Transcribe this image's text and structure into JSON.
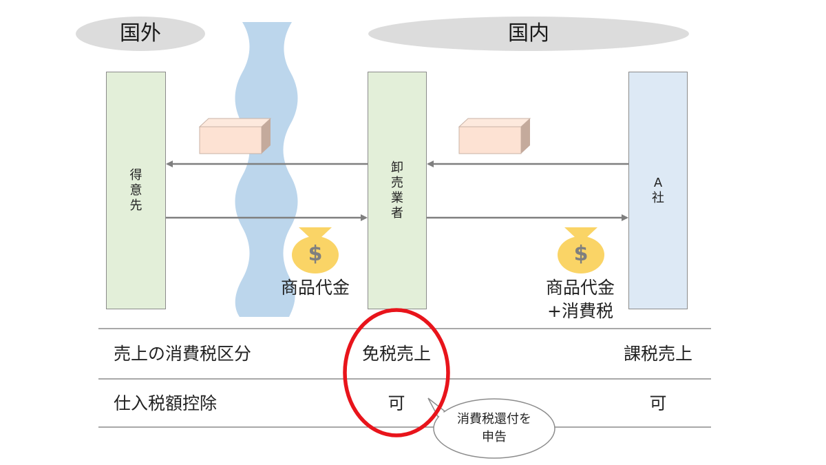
{
  "regions": {
    "foreign": "国外",
    "domestic": "国内"
  },
  "entities": {
    "customer": "得意先",
    "wholesaler": "卸売業者",
    "company_a": "A社"
  },
  "payment_icon_symbol": "$",
  "captions": {
    "payment_left": "商品代金",
    "payment_right_line1": "商品代金",
    "payment_right_line2": "+消費税"
  },
  "table": {
    "rows": [
      {
        "label": "売上の消費税区分",
        "wholesaler": "免税売上",
        "company_a": "課税売上"
      },
      {
        "label": "仕入税額控除",
        "wholesaler": "可",
        "company_a": "可"
      }
    ]
  },
  "callout": {
    "line1": "消費税還付を",
    "line2": "申告"
  },
  "colors": {
    "entity_green": "#e3efd9",
    "entity_blue": "#dde9f5",
    "river": "#bcd6ec",
    "package_front": "#fde2d3",
    "package_side": "#c4aa9c",
    "coin_bag": "#fad466",
    "dollar": "#7f7f7f",
    "arrow": "#7f7f7f",
    "highlight_ring": "#e8141b"
  }
}
